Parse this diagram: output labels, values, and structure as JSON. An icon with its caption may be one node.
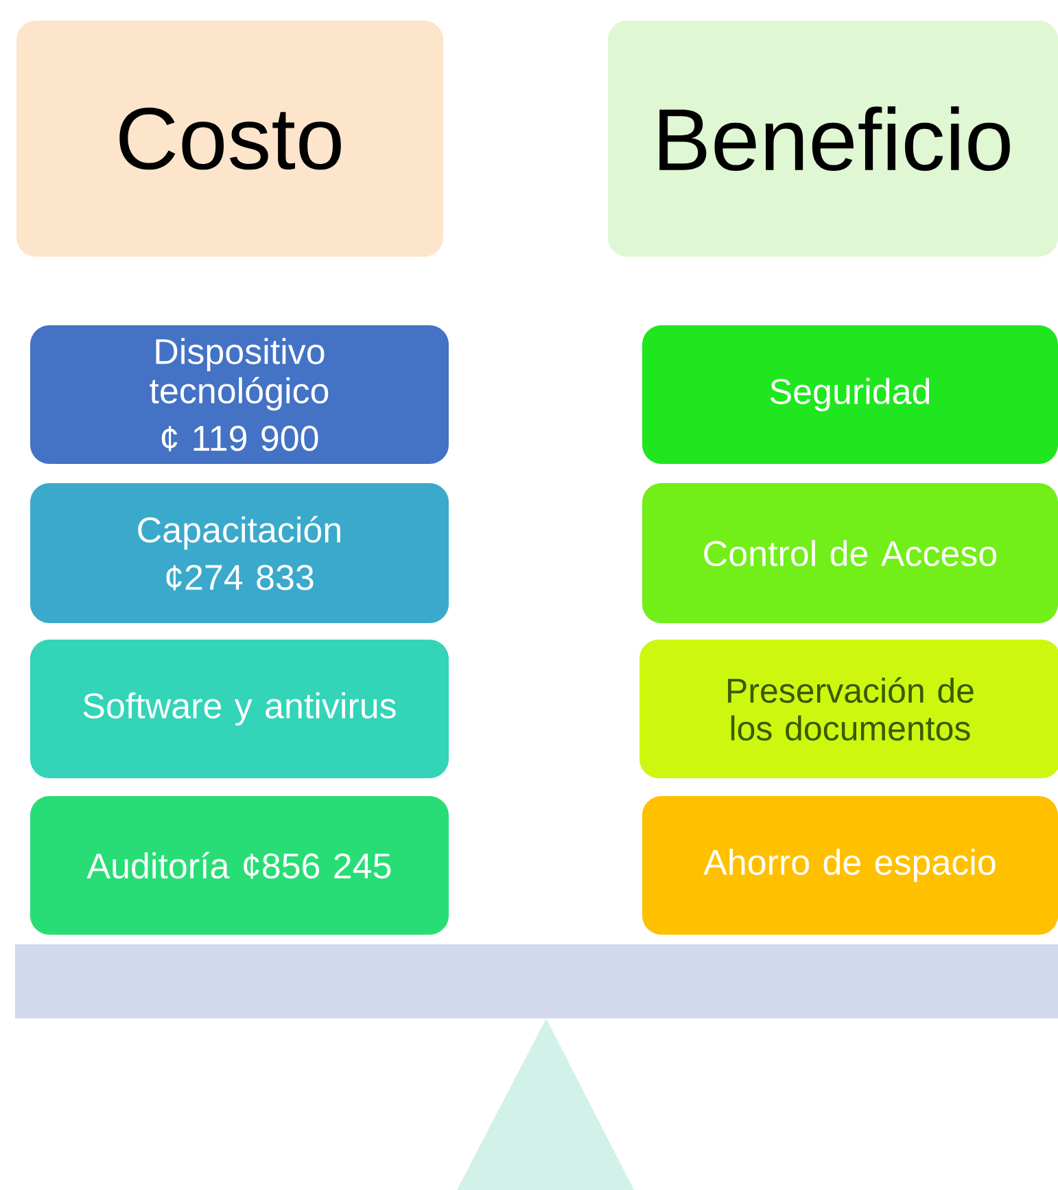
{
  "diagram": {
    "nodes": [
      {
        "text": [
          "Costo"
        ]
      },
      {
        "text": [
          "Beneficio"
        ]
      },
      {
        "text": [
          "Dispositivo tecnológico",
          "¢ 119 900"
        ]
      },
      {
        "text": [
          "Capacitación",
          "¢274 833"
        ]
      },
      {
        "text": [
          "Software y antivirus"
        ]
      },
      {
        "text": [
          "Auditoría ¢856 245"
        ]
      },
      {
        "text": [
          "Seguridad"
        ]
      },
      {
        "text": [
          "Control de Acceso"
        ]
      },
      {
        "text": [
          "Preservación de los documentos"
        ]
      },
      {
        "text": [
          "Ahorro de espacio"
        ]
      }
    ]
  }
}
